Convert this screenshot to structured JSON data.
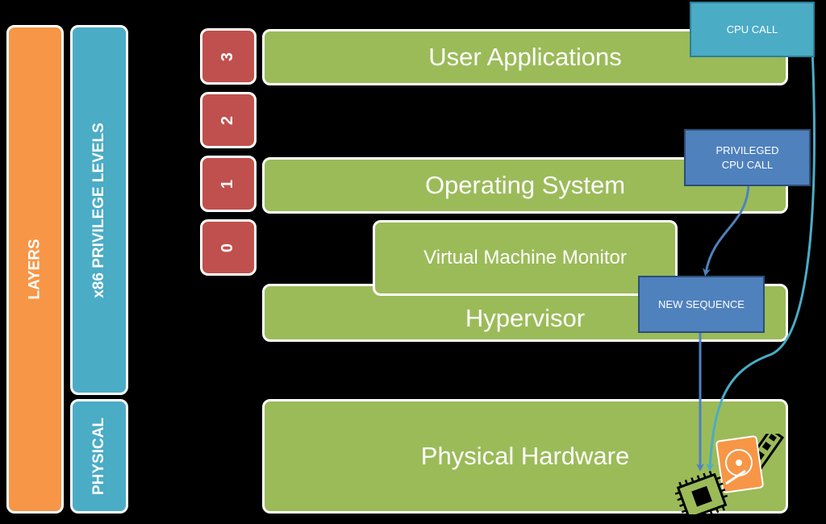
{
  "colors": {
    "background": "#000000",
    "layers_bar": "#f79646",
    "privilege_bar": "#4bacc6",
    "ring_box": "#c0504d",
    "layer_box": "#9bbb59",
    "cpu_call": "#4bacc6",
    "privileged_call": "#4f81bd",
    "outline": "#ffffff"
  },
  "side_labels": {
    "layers": "LAYERS",
    "privilege_levels": "x86 PRIVILEGE LEVELS",
    "physical": "PHYSICAL"
  },
  "rings": [
    "3",
    "2",
    "1",
    "0"
  ],
  "layers": {
    "user_applications": "User Applications",
    "operating_system": "Operating System",
    "virtual_machine_monitor": "Virtual Machine Monitor",
    "hypervisor": "Hypervisor",
    "physical_hardware": "Physical Hardware"
  },
  "callouts": {
    "cpu_call": "CPU CALL",
    "privileged_cpu_call_line1": "PRIVILEGED",
    "privileged_cpu_call_line2": "CPU CALL",
    "new_sequence": "NEW SEQUENCE"
  },
  "icons": [
    "cpu-chip-icon",
    "hard-drive-icon",
    "memory-module-icon"
  ]
}
